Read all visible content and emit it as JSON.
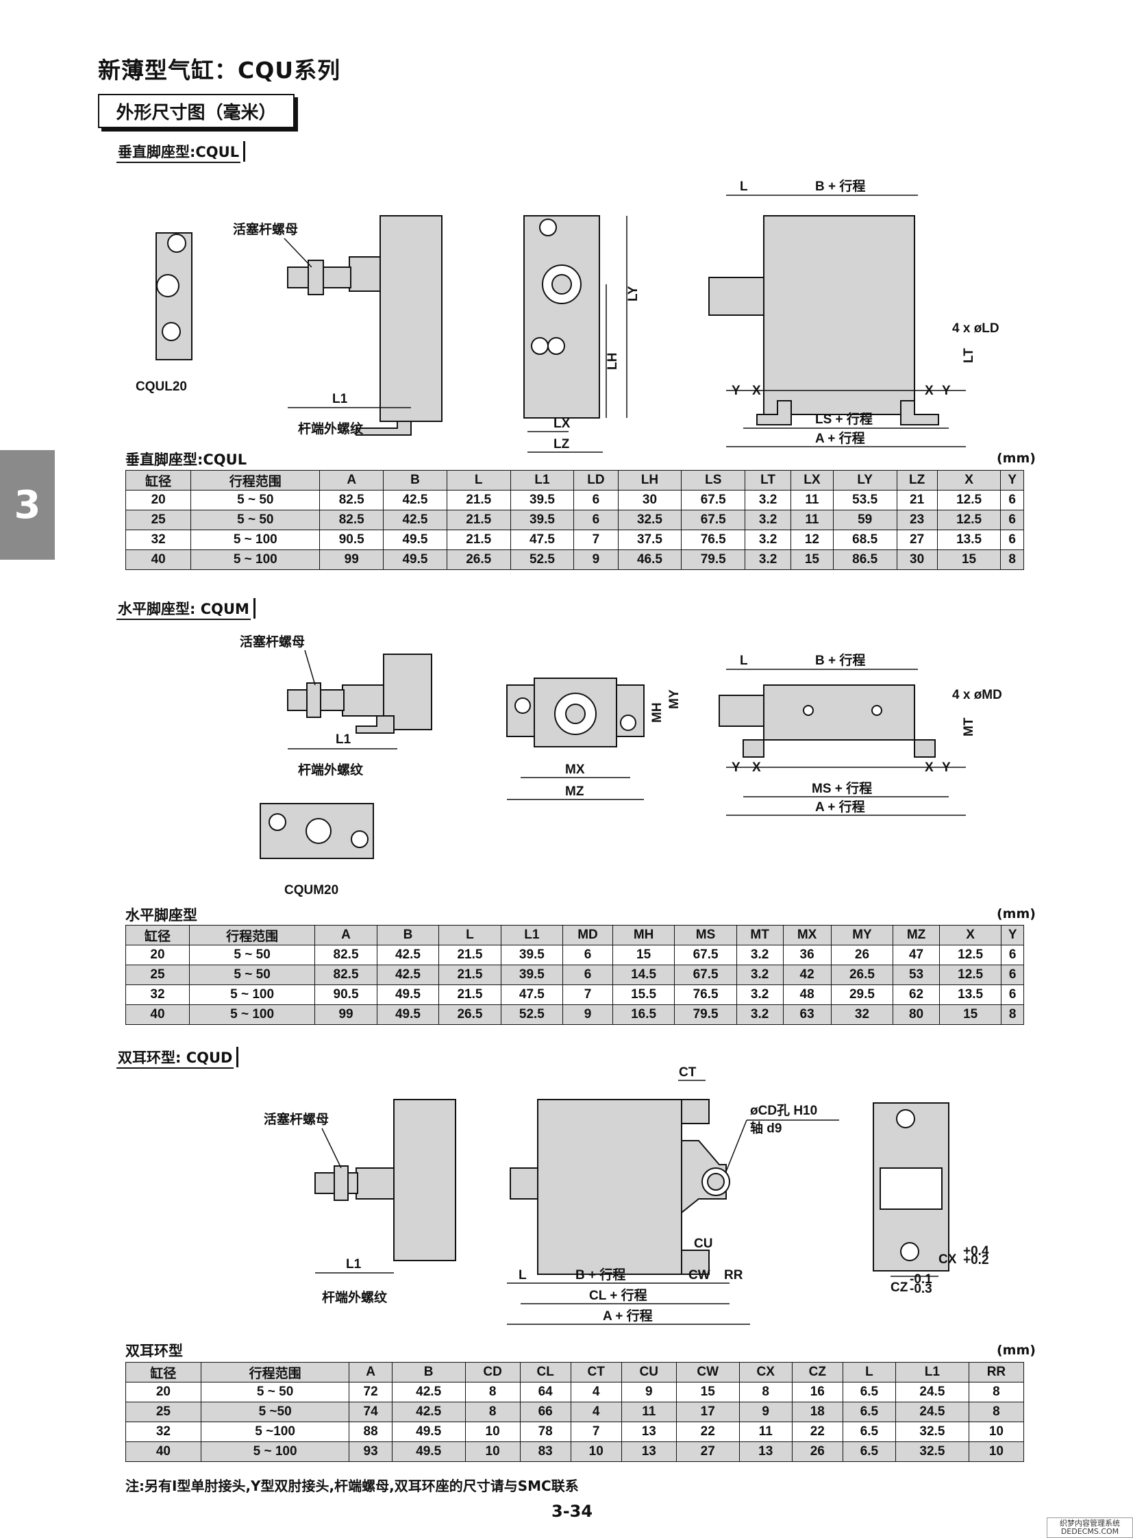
{
  "page": {
    "title": "新薄型气缸：CQU系列",
    "subtitle": "外形尺寸图（毫米）",
    "chapter_tab": "3",
    "page_number": "3-34",
    "note": "注:另有I型单肘接头,Y型双肘接头,杆端螺母,双耳环座的尺寸请与SMC联系",
    "watermark_line1": "织梦内容管理系统",
    "watermark_line2": "DEDECMS.COM"
  },
  "section1": {
    "tag": "垂直脚座型:CQUL",
    "model_label": "CQUL20",
    "nut_label": "活塞杆螺母",
    "thread_label": "杆端外螺纹",
    "dims": {
      "L": "L",
      "B_stroke": "B + 行程",
      "LY": "LY",
      "LH": "LH",
      "LD": "4 x øLD",
      "LT": "LT",
      "Y": "Y",
      "X": "X",
      "LS_stroke": "LS + 行程",
      "A_stroke": "A + 行程",
      "LX": "LX",
      "LZ": "LZ",
      "L1": "L1"
    },
    "table_title": "垂直脚座型:CQUL",
    "unit": "(mm)",
    "headers": [
      "缸径",
      "行程范围",
      "A",
      "B",
      "L",
      "L1",
      "LD",
      "LH",
      "LS",
      "LT",
      "LX",
      "LY",
      "LZ",
      "X",
      "Y"
    ],
    "rows": [
      [
        "20",
        "5 ~ 50",
        "82.5",
        "42.5",
        "21.5",
        "39.5",
        "6",
        "30",
        "67.5",
        "3.2",
        "11",
        "53.5",
        "21",
        "12.5",
        "6"
      ],
      [
        "25",
        "5 ~ 50",
        "82.5",
        "42.5",
        "21.5",
        "39.5",
        "6",
        "32.5",
        "67.5",
        "3.2",
        "11",
        "59",
        "23",
        "12.5",
        "6"
      ],
      [
        "32",
        "5 ~ 100",
        "90.5",
        "49.5",
        "21.5",
        "47.5",
        "7",
        "37.5",
        "76.5",
        "3.2",
        "12",
        "68.5",
        "27",
        "13.5",
        "6"
      ],
      [
        "40",
        "5 ~ 100",
        "99",
        "49.5",
        "26.5",
        "52.5",
        "9",
        "46.5",
        "79.5",
        "3.2",
        "15",
        "86.5",
        "30",
        "15",
        "8"
      ]
    ]
  },
  "section2": {
    "tag": "水平脚座型: CQUM",
    "model_label": "CQUM20",
    "nut_label": "活塞杆螺母",
    "thread_label": "杆端外螺纹",
    "dims": {
      "L": "L",
      "B_stroke": "B + 行程",
      "MD": "4 x øMD",
      "MT": "MT",
      "MH": "MH",
      "MY": "MY",
      "MX": "MX",
      "MZ": "MZ",
      "Y": "Y",
      "X": "X",
      "MS_stroke": "MS + 行程",
      "A_stroke": "A + 行程",
      "L1": "L1"
    },
    "table_title": "水平脚座型",
    "unit": "(mm)",
    "headers": [
      "缸径",
      "行程范围",
      "A",
      "B",
      "L",
      "L1",
      "MD",
      "MH",
      "MS",
      "MT",
      "MX",
      "MY",
      "MZ",
      "X",
      "Y"
    ],
    "rows": [
      [
        "20",
        "5 ~ 50",
        "82.5",
        "42.5",
        "21.5",
        "39.5",
        "6",
        "15",
        "67.5",
        "3.2",
        "36",
        "26",
        "47",
        "12.5",
        "6"
      ],
      [
        "25",
        "5 ~ 50",
        "82.5",
        "42.5",
        "21.5",
        "39.5",
        "6",
        "14.5",
        "67.5",
        "3.2",
        "42",
        "26.5",
        "53",
        "12.5",
        "6"
      ],
      [
        "32",
        "5 ~ 100",
        "90.5",
        "49.5",
        "21.5",
        "47.5",
        "7",
        "15.5",
        "76.5",
        "3.2",
        "48",
        "29.5",
        "62",
        "13.5",
        "6"
      ],
      [
        "40",
        "5 ~ 100",
        "99",
        "49.5",
        "26.5",
        "52.5",
        "9",
        "16.5",
        "79.5",
        "3.2",
        "63",
        "32",
        "80",
        "15",
        "8"
      ]
    ]
  },
  "section3": {
    "tag": "双耳环型: CQUD",
    "nut_label": "活塞杆螺母",
    "thread_label": "杆端外螺纹",
    "dims": {
      "CT": "CT",
      "CD": "øCD孔 H10",
      "shaft": "轴 d9",
      "CU": "CU",
      "CW": "CW",
      "RR": "RR",
      "L": "L",
      "B_stroke": "B + 行程",
      "CL_stroke": "CL + 行程",
      "A_stroke": "A + 行程",
      "CX": "CX",
      "CX_tol_up": "+0.4",
      "CX_tol_dn": "+0.2",
      "CZ": "CZ",
      "CZ_tol_up": "-0.1",
      "CZ_tol_dn": "-0.3",
      "L1": "L1"
    },
    "table_title": "双耳环型",
    "unit": "(mm)",
    "headers": [
      "缸径",
      "行程范围",
      "A",
      "B",
      "CD",
      "CL",
      "CT",
      "CU",
      "CW",
      "CX",
      "CZ",
      "L",
      "L1",
      "RR"
    ],
    "rows": [
      [
        "20",
        "5 ~ 50",
        "72",
        "42.5",
        "8",
        "64",
        "4",
        "9",
        "15",
        "8",
        "16",
        "6.5",
        "24.5",
        "8"
      ],
      [
        "25",
        "5 ~50",
        "74",
        "42.5",
        "8",
        "66",
        "4",
        "11",
        "17",
        "9",
        "18",
        "6.5",
        "24.5",
        "8"
      ],
      [
        "32",
        "5 ~100",
        "88",
        "49.5",
        "10",
        "78",
        "7",
        "13",
        "22",
        "11",
        "22",
        "6.5",
        "32.5",
        "10"
      ],
      [
        "40",
        "5 ~ 100",
        "93",
        "49.5",
        "10",
        "83",
        "10",
        "13",
        "27",
        "13",
        "26",
        "6.5",
        "32.5",
        "10"
      ]
    ]
  }
}
